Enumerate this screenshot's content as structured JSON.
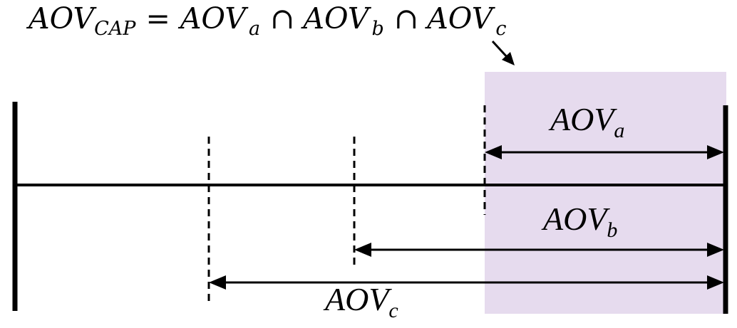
{
  "diagram": {
    "equation": {
      "lhs": "AOV",
      "lhs_sub": "CAP",
      "eq": "=",
      "cap": "∩",
      "terms": [
        {
          "base": "AOV",
          "sub": "a"
        },
        {
          "base": "AOV",
          "sub": "b"
        },
        {
          "base": "AOV",
          "sub": "c"
        }
      ]
    },
    "labels": {
      "a": {
        "base": "AOV",
        "sub": "a"
      },
      "b": {
        "base": "AOV",
        "sub": "b"
      },
      "c": {
        "base": "AOV",
        "sub": "c"
      }
    },
    "colors": {
      "highlight": "#e6dbee",
      "line": "#000000"
    }
  }
}
